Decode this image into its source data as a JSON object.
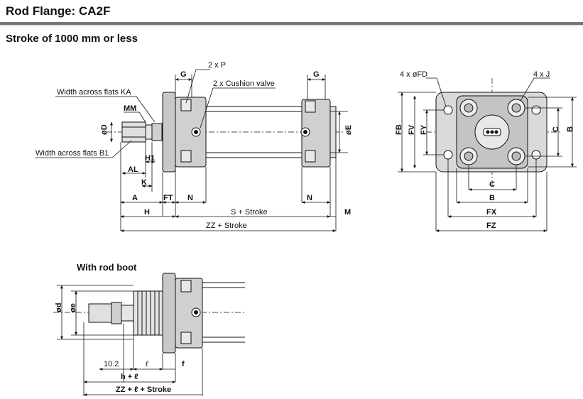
{
  "header": {
    "title": "Rod Flange: CA2F",
    "subtitle": "Stroke of 1000 mm or less"
  },
  "main_view": {
    "labels": {
      "G_left": "G",
      "G_right": "G",
      "two_p": "2 x P",
      "cushion": "2 x Cushion valve",
      "ka": "Width across flats KA",
      "mm": "MM",
      "b1": "Width across flats B1",
      "od": "øD",
      "oe": "øE",
      "h1": "H1",
      "al": "AL",
      "k": "K",
      "a": "A",
      "ft": "FT",
      "n_left": "N",
      "n_right": "N",
      "h": "H",
      "s_stroke": "S + Stroke",
      "m": "M",
      "zz_stroke": "ZZ + Stroke"
    }
  },
  "end_view": {
    "labels": {
      "fd": "4 x øFD",
      "j": "4 x J",
      "fb": "FB",
      "fv": "FV",
      "fy": "FY",
      "c_right": "C",
      "b_right": "B",
      "c_bottom": "C",
      "b_bottom": "B",
      "fx": "FX",
      "fz": "FZ"
    }
  },
  "boot_view": {
    "title": "With rod boot",
    "labels": {
      "od": "ød",
      "oe": "øe",
      "dim": "10.2",
      "ell": "ℓ",
      "f": "f",
      "h_ell": "h + ℓ",
      "zz_ell": "ZZ + ℓ + Stroke"
    }
  }
}
